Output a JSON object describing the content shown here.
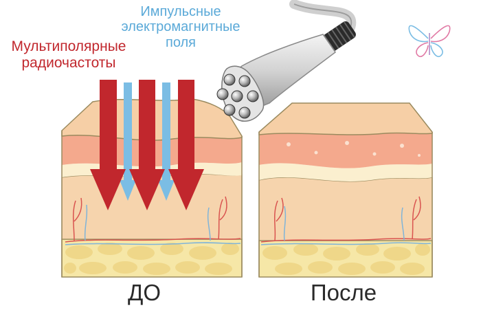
{
  "labels": {
    "multipolar_rf": [
      "Мультиполярные",
      "радиочастоты"
    ],
    "pulsed_em": [
      "Импульсные",
      "электромагнитные",
      "поля"
    ],
    "before": "ДО",
    "after": "После"
  },
  "colors": {
    "rf_arrow": "#c1272d",
    "em_arrow": "#7bbde4",
    "epidermis": "#f6cfa6",
    "dermis": "#f4a98d",
    "fat": "#f6e7a7",
    "background": "#ffffff"
  },
  "icons": {
    "logo": "butterfly-logo-icon",
    "device": "rf-applicator-handpiece"
  }
}
